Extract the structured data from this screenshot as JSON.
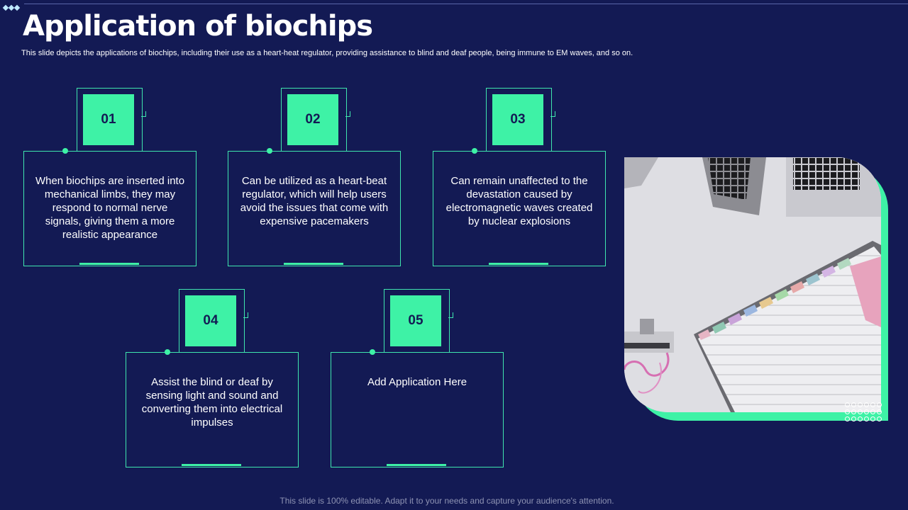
{
  "title": "Application of biochips",
  "subtitle": "This slide depicts the applications of biochips, including their use as a heart-heat regulator, providing assistance to blind and deaf people, being immune to EM waves, and so on.",
  "cards": [
    {
      "number": "01",
      "text": "When biochips are inserted into mechanical limbs, they may respond to normal nerve signals, giving them a more realistic appearance"
    },
    {
      "number": "02",
      "text": "Can be utilized as a heart-beat regulator, which will help users avoid the issues that come with expensive pacemakers"
    },
    {
      "number": "03",
      "text": "Can remain unaffected to the devastation caused by electromagnetic waves created by nuclear explosions"
    },
    {
      "number": "04",
      "text": "Assist the blind or deaf by sensing light and sound and converting them into electrical impulses"
    },
    {
      "number": "05",
      "text": "Add Application Here"
    }
  ],
  "footer": "This slide is 100% editable. Adapt it to your needs and capture your audience's attention.",
  "colors": {
    "background": "#131a54",
    "accent": "#3ef2a6",
    "text": "#ffffff"
  }
}
